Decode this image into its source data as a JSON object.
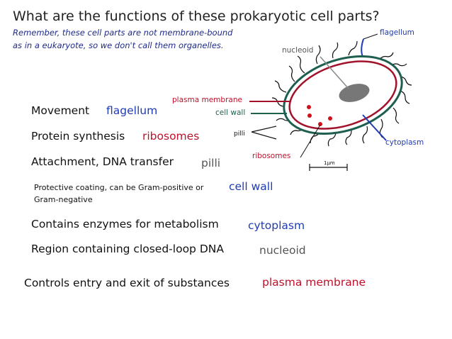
{
  "title": "What are the functions of these prokaryotic cell parts?",
  "note": {
    "line1": "Remember, these cell parts are not membrane-bound",
    "line2": "as in a eukaryote, so we don't call them organelles."
  },
  "rows": [
    {
      "function": "Movement",
      "answer": "flagellum"
    },
    {
      "function": "Protein synthesis",
      "answer": "ribosomes"
    },
    {
      "function": "Attachment, DNA transfer",
      "answer": "pilli"
    },
    {
      "function_line1": "Protective coating, can be Gram-positive or",
      "function_line2": "Gram-negative",
      "answer": "cell wall"
    },
    {
      "function": "Contains enzymes for metabolism",
      "answer": "cytoplasm"
    },
    {
      "function": "Region containing closed-loop DNA",
      "answer": "nucleoid"
    },
    {
      "function": "Controls entry and exit of substances",
      "answer": "plasma membrane"
    }
  ],
  "diagram_labels": {
    "flagellum": "flagellum",
    "nucleoid": "nucleoid",
    "plasma_membrane": "plasma membrane",
    "cell_wall": "cell wall",
    "pilli": "pilli",
    "ribosomes": "ribosomes",
    "cytoplasm": "cytoplasm",
    "scale": "1μm"
  },
  "colors": {
    "title": "#222222",
    "note": "#1f2a8a",
    "blue_answer": "#1f3bb3",
    "red_answer": "#c0102b",
    "gray_answer": "#555555",
    "cell_wall": "#1f5f4f",
    "membrane": "#a3122b",
    "nucleoid": "#777777"
  }
}
